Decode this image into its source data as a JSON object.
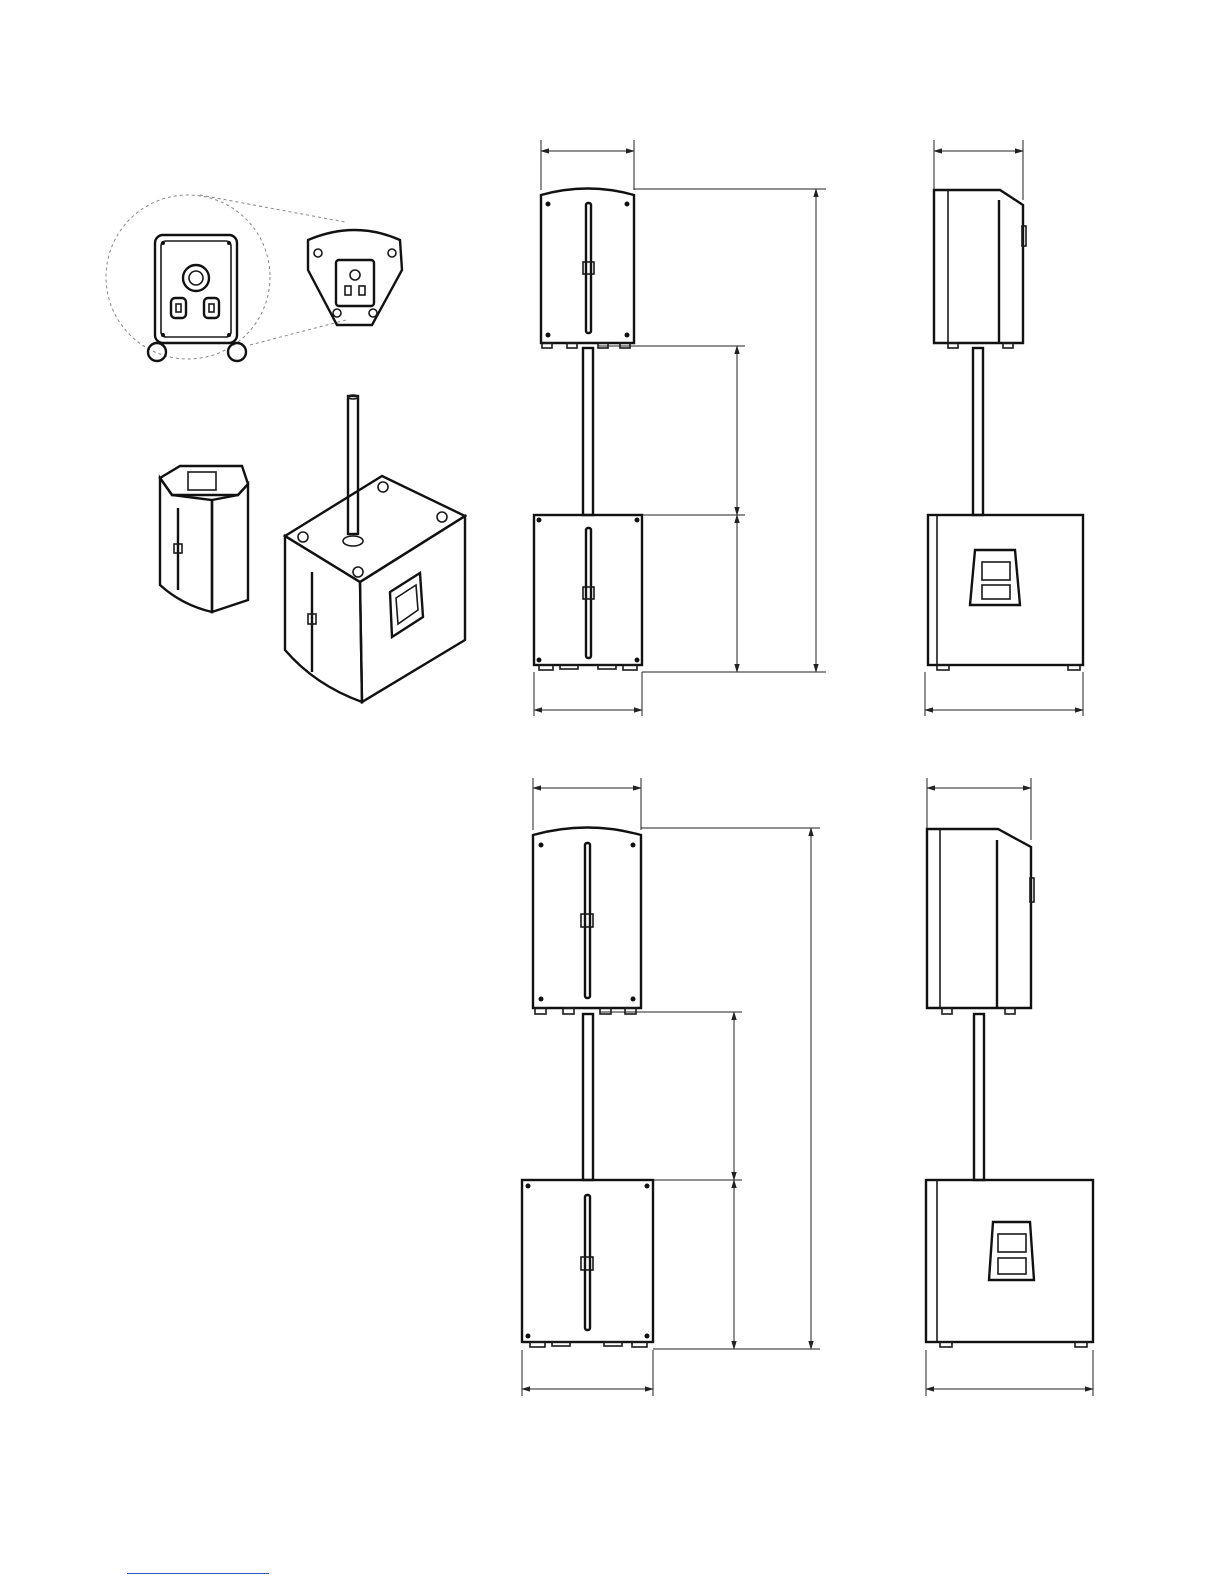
{
  "drawing": {
    "views": [
      {
        "id": "detail",
        "name": "top-plate-detail"
      },
      {
        "id": "perspective",
        "name": "perspective-assembly"
      },
      {
        "id": "front-small",
        "name": "front-view-small-sub"
      },
      {
        "id": "side-small",
        "name": "side-view-small-sub"
      },
      {
        "id": "front-large",
        "name": "front-view-large-sub"
      },
      {
        "id": "side-large",
        "name": "side-view-large-sub"
      }
    ],
    "colors": {
      "line": "#111111",
      "background": "#ffffff",
      "footnote_rule": "#3355cc"
    }
  }
}
